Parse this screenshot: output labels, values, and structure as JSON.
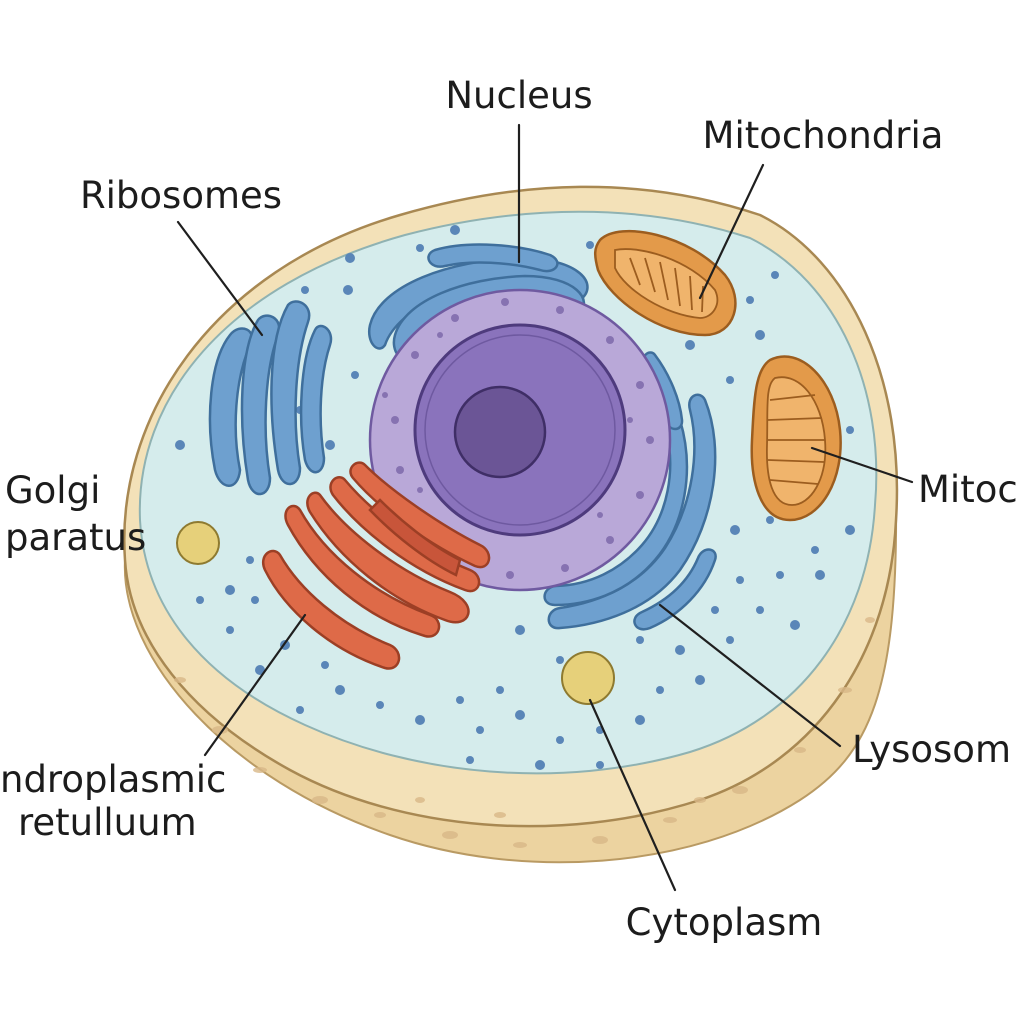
{
  "labels": {
    "nucleus": "Nucleus",
    "mitochondria_top": "Mitochondria",
    "ribosomes": "Ribosomes",
    "golgi_line1": "Golgi",
    "golgi_line2": "paratus",
    "mitochondria_right": "Mitoc",
    "er_line1": "ndroplasmic",
    "er_line2": "retulluum",
    "lysosome": "Lysosom",
    "cytoplasm": "Cytoplasm"
  },
  "colors": {
    "membrane": "#f2ddb0",
    "cytoplasm": "#d5ecec",
    "nucleus_outer": "#b9a8d8",
    "nucleus_inner": "#8a73bc",
    "nucleolus": "#6b5596",
    "golgi_blue": "#6ea0cf",
    "er_red": "#de6a48",
    "mitochondria": "#e39a4a",
    "lysosome": "#e6d07a",
    "ribosome_dot": "#5a86b8"
  }
}
